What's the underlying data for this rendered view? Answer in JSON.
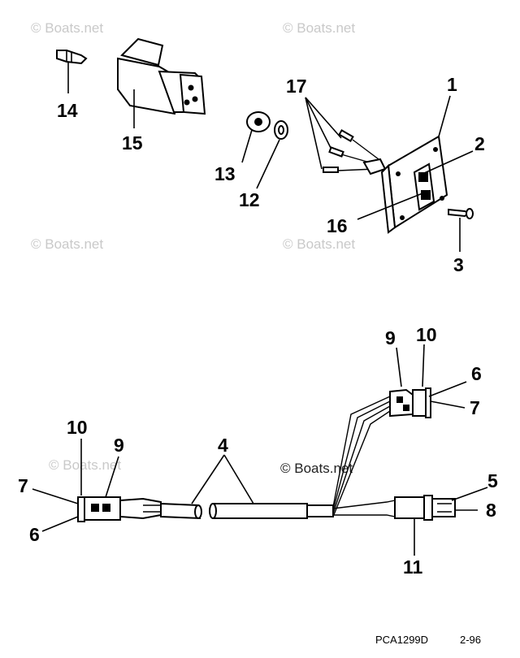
{
  "watermarks": [
    "© Boats.net",
    "© Boats.net",
    "© Boats.net",
    "© Boats.net",
    "© Boats.net",
    "© Boats.net"
  ],
  "callouts": {
    "c14": "14",
    "c15": "15",
    "c17": "17",
    "c1": "1",
    "c2": "2",
    "c13": "13",
    "c12": "12",
    "c16": "16",
    "c3": "3",
    "c9r": "9",
    "c10r": "10",
    "c6r": "6",
    "c7r": "7",
    "c10l": "10",
    "c9l": "9",
    "c7l": "7",
    "c6l": "6",
    "c4": "4",
    "c5": "5",
    "c8": "8",
    "c11": "11"
  },
  "footer": {
    "code": "PCA1299D",
    "rev": "2-96"
  }
}
